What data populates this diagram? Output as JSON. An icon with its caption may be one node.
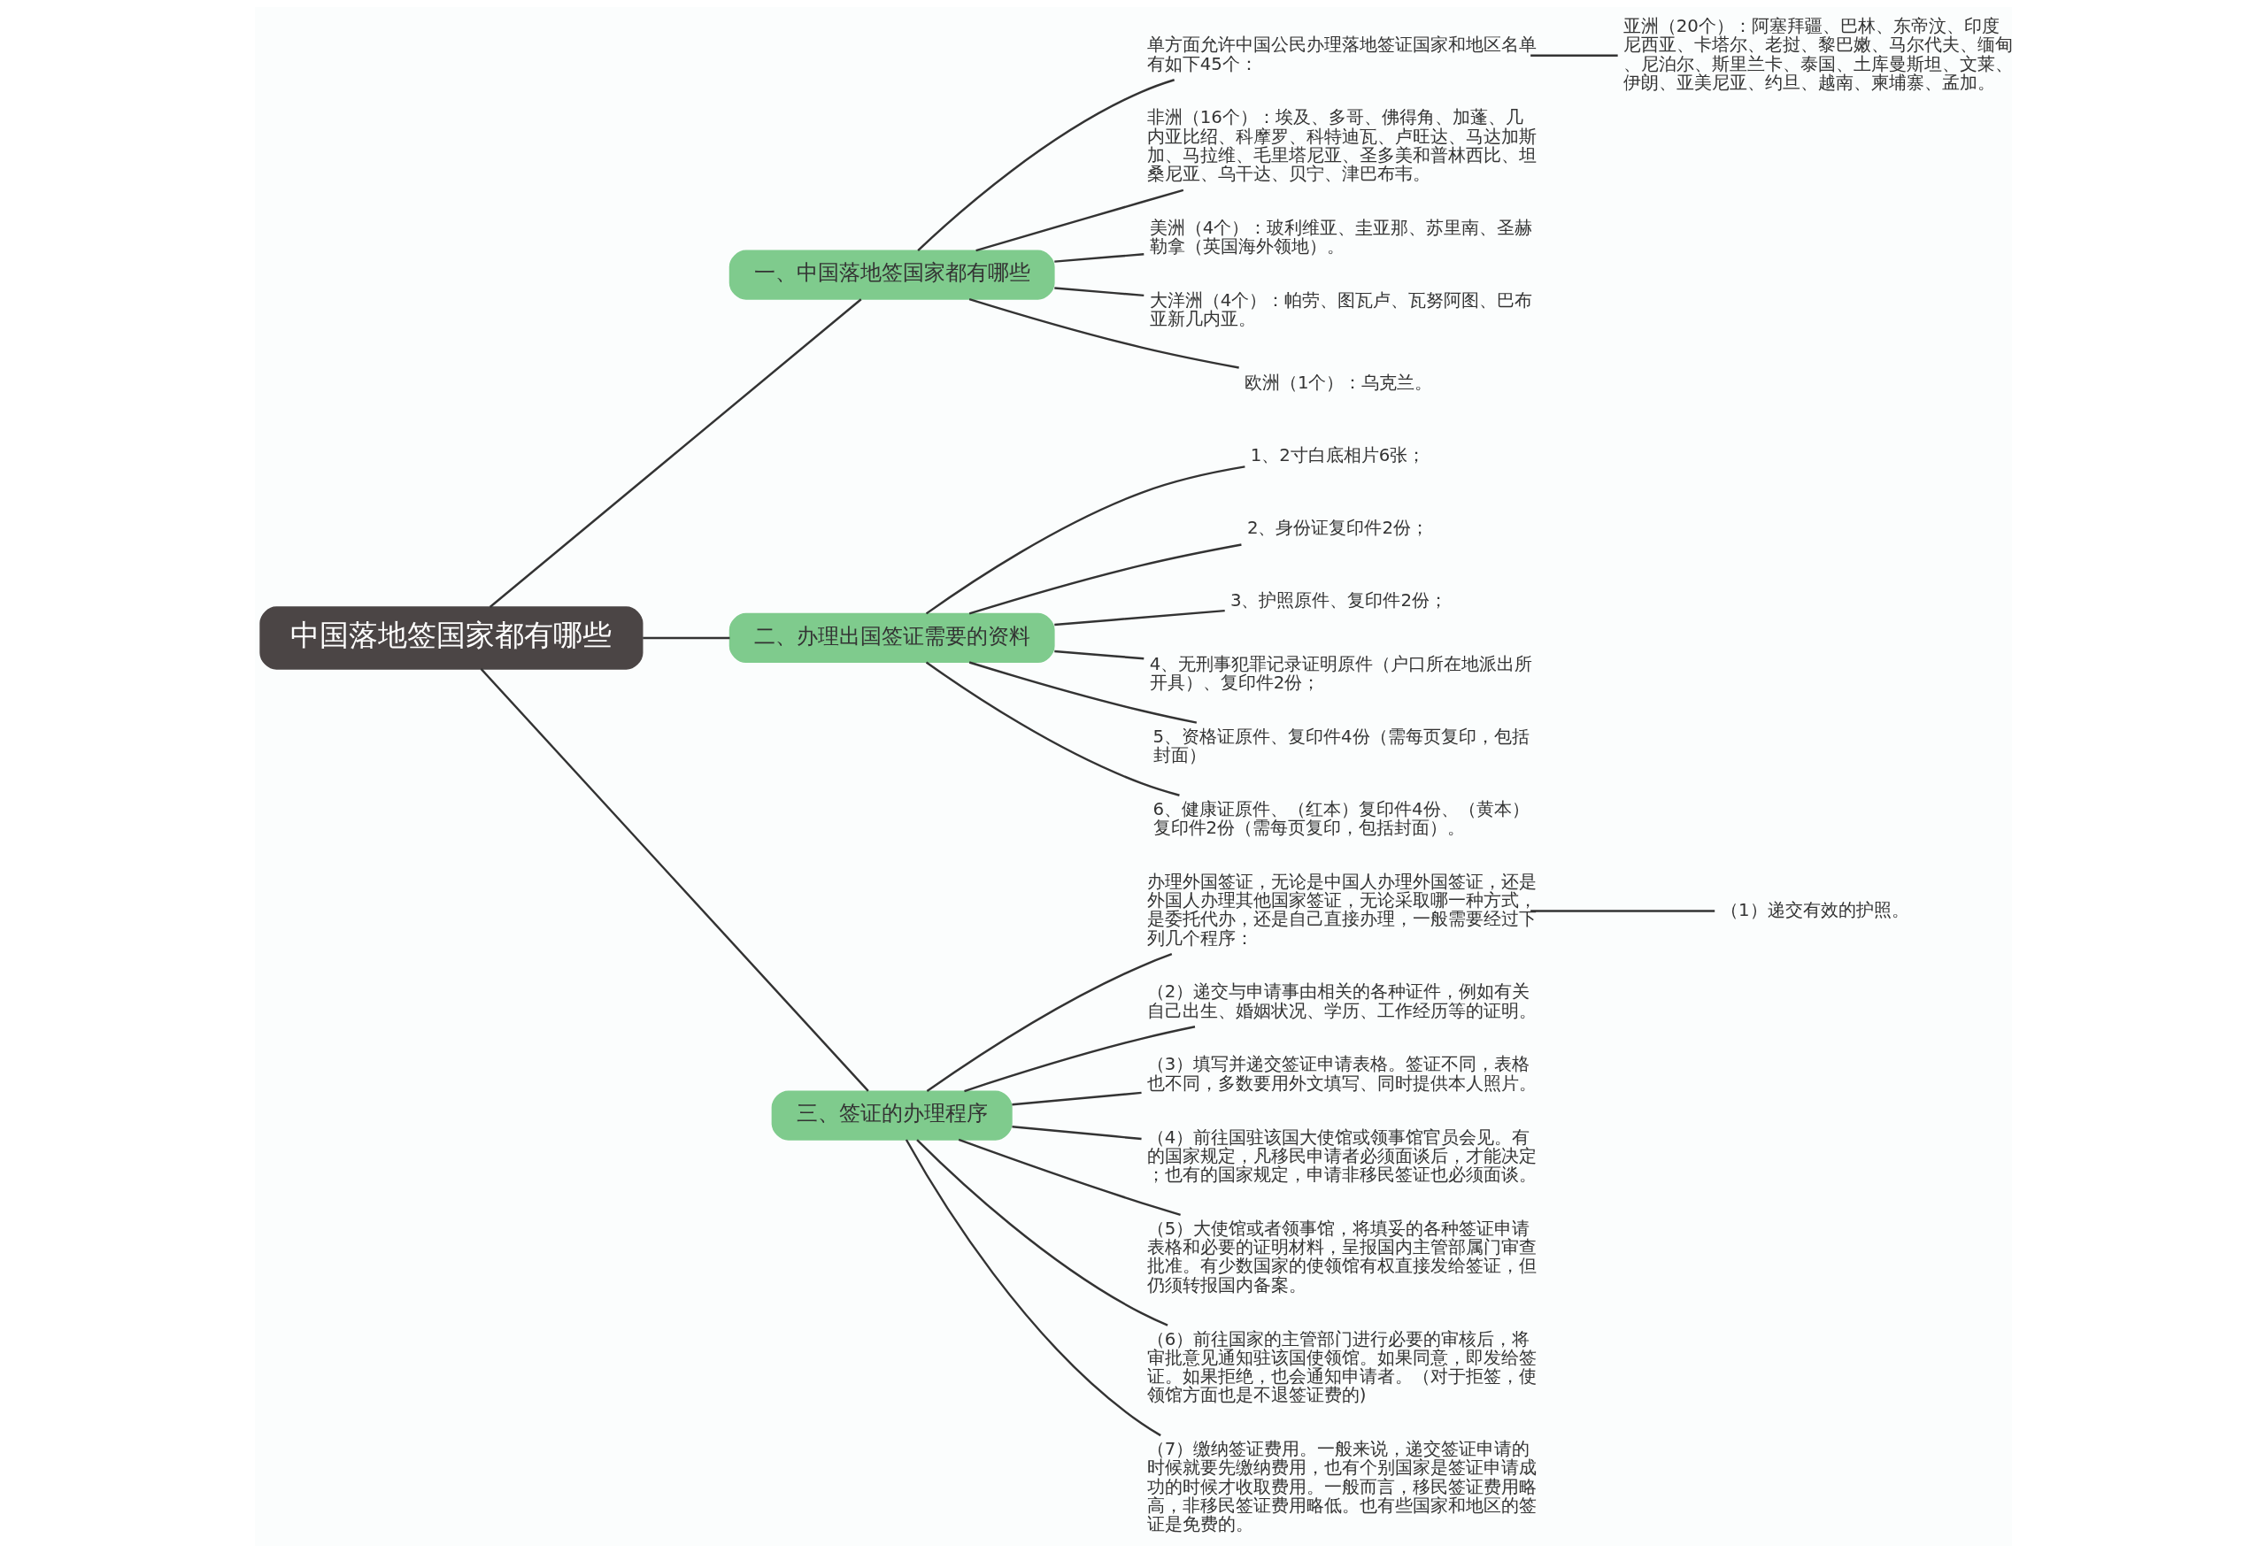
{
  "diagram": {
    "nodes": [
      {
        "text": [
          "中国落地签国家都有哪些"
        ]
      },
      {
        "text": [
          "一、中国落地签国家都有哪些"
        ]
      },
      {
        "text": [
          "单方面允许中国公民办理落地签证国家和地区名单有如下45个："
        ]
      },
      {
        "text": [
          "亚洲（20个）：阿塞拜疆、巴林、东帝汶、印度尼西亚、卡塔尔、老挝、黎巴嫩、马尔代夫、缅甸、尼泊尔、斯里兰卡、泰国、土库曼斯坦、文莱、伊朗、亚美尼亚、约旦、越南、柬埔寨、孟加。"
        ]
      },
      {
        "text": [
          "非洲（16个）：埃及、多哥、佛得角、加蓬、几内亚比绍、科摩罗、科特迪瓦、卢旺达、马达加斯加、马拉维、毛里塔尼亚、圣多美和普林西比、坦桑尼亚、乌干达、贝宁、津巴布韦。"
        ]
      },
      {
        "text": [
          "美洲（4个）：玻利维亚、圭亚那、苏里南、圣赫勒拿（英国海外领地）。"
        ]
      },
      {
        "text": [
          "大洋洲（4个）：帕劳、图瓦卢、瓦努阿图、巴布亚新几内亚。"
        ]
      },
      {
        "text": [
          "欧洲（1个）：乌克兰。"
        ]
      },
      {
        "text": [
          "二、办理出国签证需要的资料"
        ]
      },
      {
        "text": [
          "1、2寸白底相片6张；"
        ]
      },
      {
        "text": [
          "2、身份证复印件2份；"
        ]
      },
      {
        "text": [
          "3、护照原件、复印件2份；"
        ]
      },
      {
        "text": [
          "4、无刑事犯罪记录证明原件（户口所在地派出所开具）、复印件2份；"
        ]
      },
      {
        "text": [
          "5、资格证原件、复印件4份（需每页复印，包括封面）"
        ]
      },
      {
        "text": [
          "6、健康证原件、（红本）复印件4份、（黄本）复印件2份（需每页复印，包括封面）。"
        ]
      },
      {
        "text": [
          "三、签证的办理程序"
        ]
      },
      {
        "text": [
          "办理外国签证，无论是中国人办理外国签证，还是外国人办理其他国家签证，无论采取哪一种方式，是委托代办，还是自己直接办理，一般需要经过下列几个程序："
        ]
      },
      {
        "text": [
          "（1）递交有效的护照。"
        ]
      },
      {
        "text": [
          "（2）递交与申请事由相关的各种证件，例如有关自己出生、婚姻状况、学历、工作经历等的证明。"
        ]
      },
      {
        "text": [
          "（3）填写并递交签证申请表格。签证不同，表格也不同，多数要用外文填写、同时提供本人照片。"
        ]
      },
      {
        "text": [
          "（4）前往国驻该国大使馆或领事馆官员会见。有的国家规定，凡移民申请者必须面谈后，才能决定；也有的国家规定，申请非移民签证也必须面谈。"
        ]
      },
      {
        "text": [
          "（5）大使馆或者领事馆，将填妥的各种签证申请表格和必要的证明材料，呈报国内主管部属门审查批准。有少数国家的使领馆有权直接发给签证，但仍须转报国内备案。"
        ]
      },
      {
        "text": [
          "（6）前往国家的主管部门进行必要的审核后，将审批意见通知驻该国使领馆。如果同意，即发给签证。如果拒绝，也会通知申请者。（对于拒签，使领馆方面也是不退签证费的)"
        ]
      },
      {
        "text": [
          "（7）缴纳签证费用。一般来说，递交签证申请的时候就要先缴纳费用，也有个别国家是签证申请成功的时候才收取费用。一般而言，移民签证费用略高，非移民签证费用略低。也有些国家和地区的签证是免费的。"
        ]
      }
    ],
    "edges": [
      {
        "from": 0,
        "to": 1,
        "arrow": "none"
      },
      {
        "from": 1,
        "to": 2,
        "arrow": "none"
      },
      {
        "from": 2,
        "to": 3,
        "arrow": "none"
      },
      {
        "from": 1,
        "to": 4,
        "arrow": "none"
      },
      {
        "from": 1,
        "to": 5,
        "arrow": "none"
      },
      {
        "from": 1,
        "to": 6,
        "arrow": "none"
      },
      {
        "from": 1,
        "to": 7,
        "arrow": "none"
      },
      {
        "from": 0,
        "to": 8,
        "arrow": "none"
      },
      {
        "from": 8,
        "to": 9,
        "arrow": "none"
      },
      {
        "from": 8,
        "to": 10,
        "arrow": "none"
      },
      {
        "from": 8,
        "to": 11,
        "arrow": "none"
      },
      {
        "from": 8,
        "to": 12,
        "arrow": "none"
      },
      {
        "from": 8,
        "to": 13,
        "arrow": "none"
      },
      {
        "from": 8,
        "to": 14,
        "arrow": "none"
      },
      {
        "from": 0,
        "to": 15,
        "arrow": "none"
      },
      {
        "from": 15,
        "to": 16,
        "arrow": "none"
      },
      {
        "from": 16,
        "to": 17,
        "arrow": "none"
      },
      {
        "from": 15,
        "to": 18,
        "arrow": "none"
      },
      {
        "from": 15,
        "to": 19,
        "arrow": "none"
      },
      {
        "from": 15,
        "to": 20,
        "arrow": "none"
      },
      {
        "from": 15,
        "to": 21,
        "arrow": "none"
      },
      {
        "from": 15,
        "to": 22,
        "arrow": "none"
      },
      {
        "from": 15,
        "to": 23,
        "arrow": "none"
      }
    ]
  }
}
